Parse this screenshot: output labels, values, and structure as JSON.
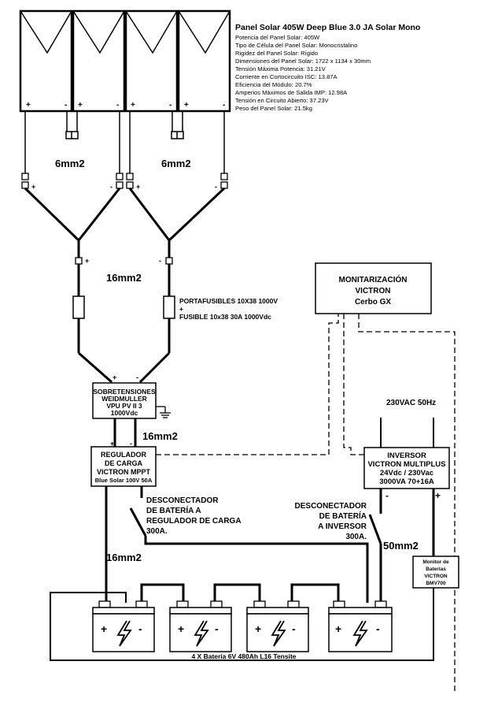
{
  "panel_spec": {
    "title": "Panel Solar 405W Deep Blue 3.0 JA Solar Mono",
    "lines": [
      "Potencia del Panel Solar: 405W",
      "Tipo de Célula del Panel Solar: Monocristalino",
      "Rigidez del Panel Solar: Rígido",
      "Dimensiones del Panel Solar: 1722 x 1134 x 30mm",
      "Tensión Máxima Potencia: 31.21V",
      "Corriente en Cortocircuito ISC: 13.87A",
      "Eficiencia del Módulo: 20.7%",
      "Amperios Máximos de Salida IMP: 12.98A",
      "Tensión en Circuito Abierto: 37.23V",
      "Peso del Panel Solar: 21.5kg"
    ]
  },
  "labels": {
    "cable_6mm_left": "6mm2",
    "cable_6mm_right": "6mm2",
    "cable_16mm_top": "16mm2",
    "cable_16mm_mid": "16mm2",
    "cable_16mm_bottom": "16mm2",
    "cable_50mm": "50mm2",
    "fuse_holder": "PORTAFUSIBLES 10X38 1000V",
    "fuse_plus": "+",
    "fuse": "FUSIBLE 10x38  30A 1000Vdc",
    "ac_input": "230VAC 50Hz",
    "battery_bank": "4 X Batería 6V 480Ah L16 Tensite"
  },
  "surge_protector": {
    "lines": [
      "SOBRETENSIONES",
      "WEIDMULLER",
      "VPU PV II 3",
      "1000Vdc"
    ]
  },
  "charge_controller": {
    "lines": [
      "REGULADOR",
      "DE CARGA",
      "VICTRON MPPT",
      "Blue Solar 100V 50A"
    ]
  },
  "monitoring": {
    "lines": [
      "MONITARIZACIÓN",
      "VICTRON",
      "Cerbo GX"
    ]
  },
  "inverter": {
    "lines": [
      "INVERSOR",
      "VICTRON MULTIPLUS",
      "24Vdc / 230Vac",
      "3000VA 70+16A"
    ]
  },
  "battery_monitor": {
    "lines": [
      "Monitor de",
      "Baterías",
      "VICTRON",
      "BMV700"
    ]
  },
  "disconnect_controller": {
    "lines": [
      "DESCONECTADOR",
      "DE BATERÍA A",
      "REGULADOR DE CARGA",
      "300A."
    ]
  },
  "disconnect_inverter": {
    "lines": [
      "DESCONECTADOR",
      "DE BATERÍA",
      "A INVERSOR",
      "300A."
    ]
  },
  "symbols": {
    "plus": "+",
    "minus": "-"
  },
  "colors": {
    "line": "#000000",
    "background": "#ffffff"
  }
}
